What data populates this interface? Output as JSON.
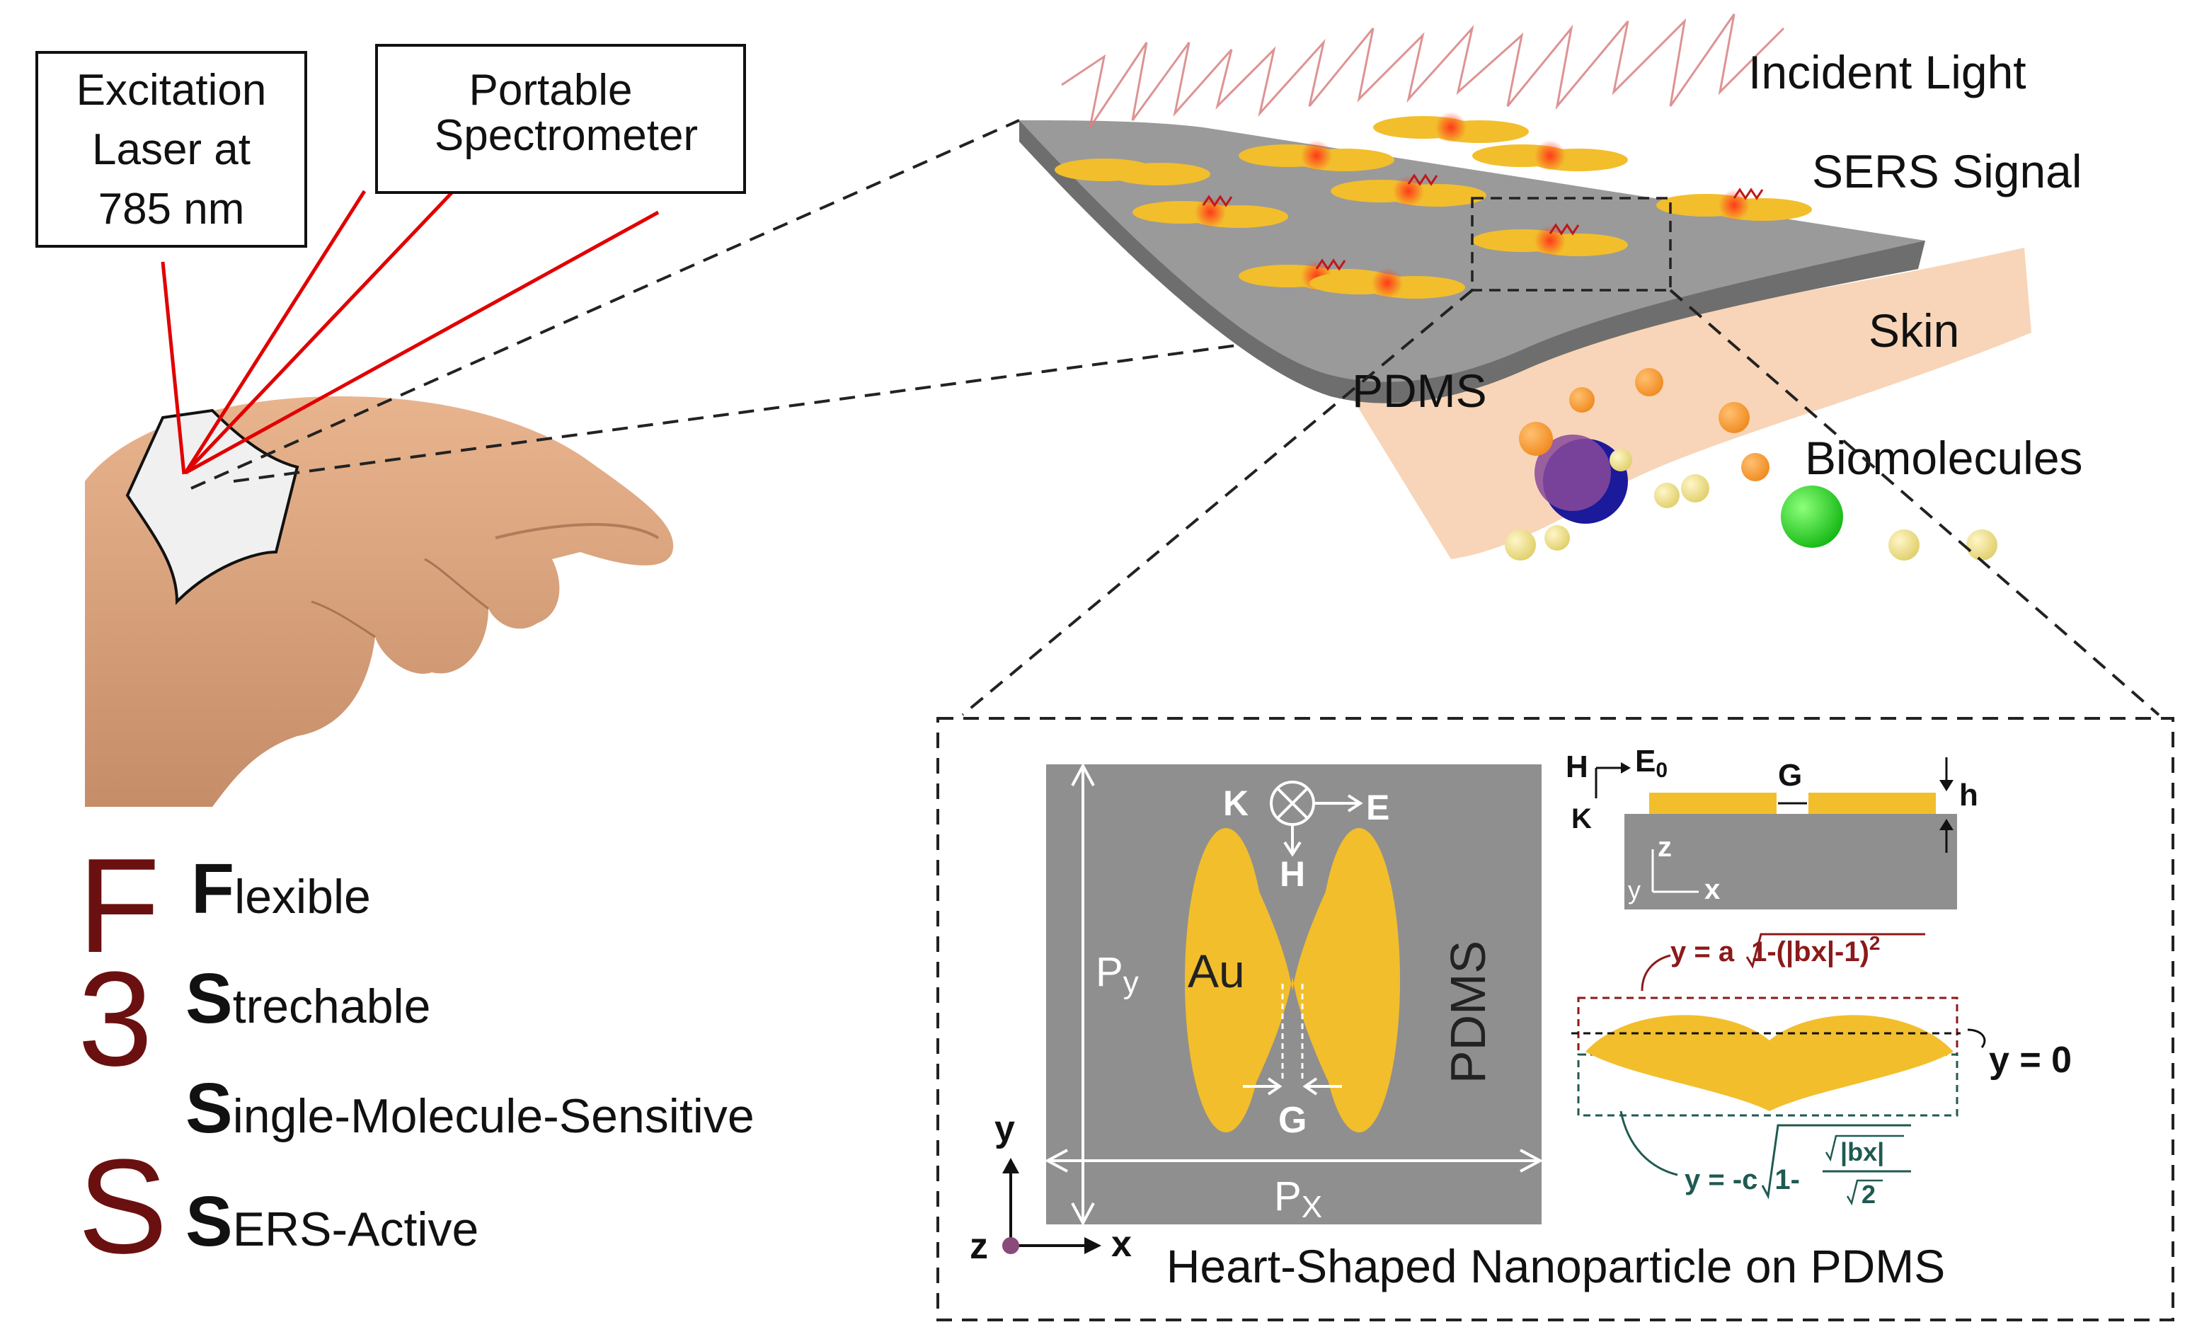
{
  "labels": {
    "excitation": [
      "Excitation",
      "Laser at",
      "785 nm"
    ],
    "spectrometer": [
      "Portable",
      "Spectrometer"
    ],
    "incident_light": "Incident Light",
    "sers_signal": "SERS Signal",
    "skin": "Skin",
    "pdms": "PDMS",
    "biomolecules": "Biomolecules"
  },
  "f3s": {
    "letters": [
      "F",
      "3",
      "S"
    ],
    "words": [
      {
        "initial": "F",
        "rest": "lexible"
      },
      {
        "initial": "S",
        "rest": "trechable"
      },
      {
        "initial": "S",
        "rest": "ingle-Molecule-Sensitive"
      },
      {
        "initial": "S",
        "rest": "ERS-Active"
      }
    ],
    "letter_color": "#6b1010"
  },
  "inset": {
    "unit_cell": {
      "k": "K",
      "e": "E",
      "h": "H",
      "au": "Au",
      "g": "G",
      "py": "P",
      "py_sub": "y",
      "px": "P",
      "px_sub": "X",
      "pdms": "PDMS",
      "axis_y": "y",
      "axis_z": "z",
      "axis_x": "x"
    },
    "cross_section": {
      "h_field": "H",
      "e0": "E",
      "e0_sub": "0",
      "k": "K",
      "g": "G",
      "h": "h",
      "axis_z": "z",
      "axis_y": "y",
      "axis_x": "x"
    },
    "equations": {
      "upper": "y = a",
      "upper_root": "1-(|bx|-1)",
      "upper_exp": "2",
      "zero": "y = 0",
      "lower": "y = -c",
      "lower_root": "1-",
      "lower_num": "|bx|",
      "lower_den": "2"
    },
    "caption": "Heart-Shaped Nanoparticle on PDMS"
  },
  "colors": {
    "gold": "#f2be2c",
    "pdms": "#8f8f8f",
    "laser": "#e00000",
    "skin": "#f5c7a0",
    "eq_upper": "#8b1a1a",
    "eq_lower": "#1f5a52"
  }
}
